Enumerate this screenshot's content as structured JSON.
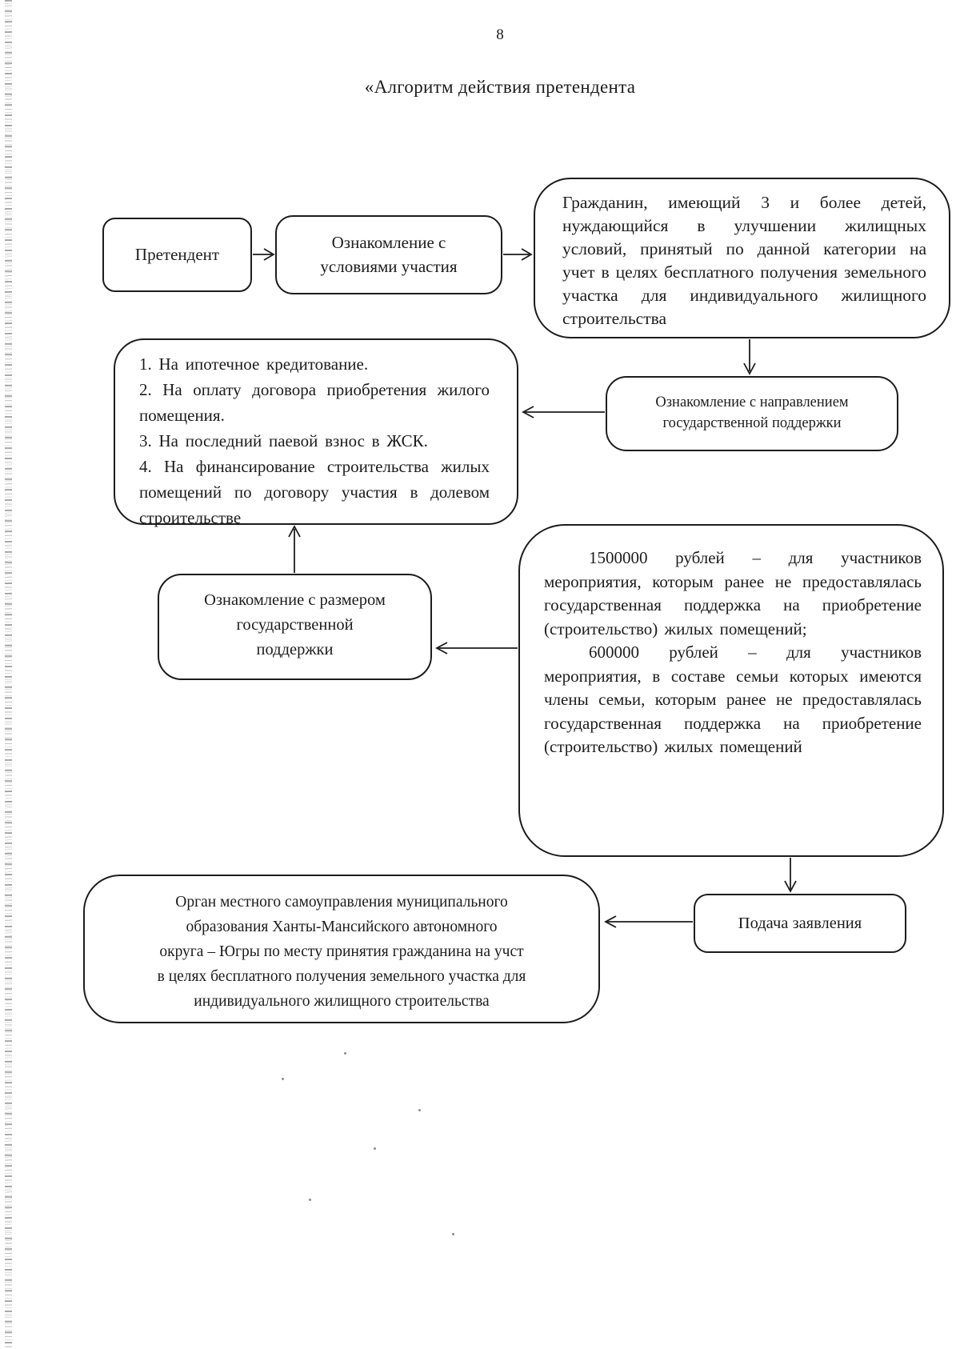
{
  "page": {
    "number": "8",
    "title": "«Алгоритм действия претендента"
  },
  "colors": {
    "ink": "#1c1c1c",
    "paper": "#ffffff"
  },
  "nodes": {
    "applicant": {
      "label": "Претендент"
    },
    "terms": {
      "lines": [
        "Ознакомление с",
        "условиями участия"
      ]
    },
    "citizen": {
      "text": "Гражданин, имеющий 3 и более детей, нуждающийся в улучшении жилищных условий, принятый по данной категории на учет в целях бесплатного получения земельного участка для индивидуального жилищного строительства"
    },
    "direction": {
      "lines": [
        "Ознакомление с направлением",
        "государственной поддержки"
      ]
    },
    "support_types": {
      "items": [
        "1. На ипотечное кредитование.",
        "2. На оплату договора приобретения жилого помещения.",
        "3. На последний паевой взнос в ЖСК.",
        "4. На финансирование строительства жилых помещений по договору участия в долевом строительстве"
      ]
    },
    "support_size": {
      "lines": [
        "Ознакомление с размером",
        "государственной",
        "поддержки"
      ]
    },
    "amounts": {
      "paragraphs": [
        "1500000 рублей – для участников мероприятия, которым ранее не предоставлялась государственная поддержка на приобретение (строительство) жилых помещений;",
        "600000 рублей – для участников мероприятия, в составе семьи которых имеются члены семьи, которым ранее не предоставлялась государственная поддержка на приобретение (строительство) жилых помещений"
      ]
    },
    "application": {
      "label": "Подача заявления"
    },
    "authority": {
      "lines": [
        "Орган местного самоуправления муниципального",
        "образования Ханты-Мансийского автономного",
        "округа – Югры по месту принятия гражданина на учст",
        "в целях бесплатного получения земельного участка для",
        "индивидуального жилищного строительства"
      ]
    }
  }
}
